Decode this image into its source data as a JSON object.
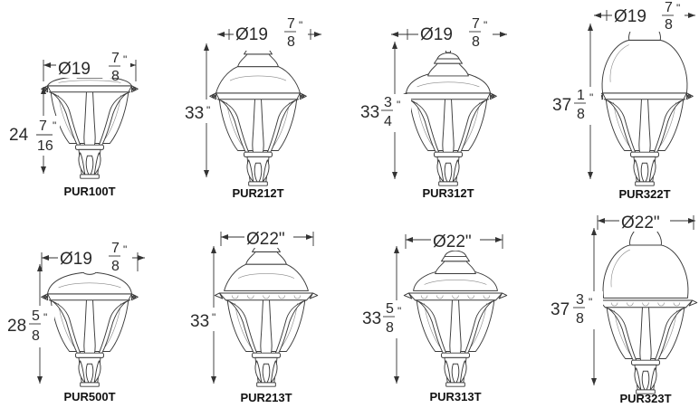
{
  "fixtures": [
    {
      "model": "PUR100T",
      "diameter": {
        "whole": "Ø19",
        "num": "7",
        "den": "8",
        "unit": "\""
      },
      "height": {
        "whole": "24",
        "num": "7",
        "den": "16",
        "unit": "\""
      }
    },
    {
      "model": "PUR212T",
      "diameter": {
        "whole": "Ø19",
        "num": "7",
        "den": "8",
        "unit": "\""
      },
      "height": {
        "whole": "33",
        "num": "",
        "den": "",
        "unit": "\""
      }
    },
    {
      "model": "PUR312T",
      "diameter": {
        "whole": "Ø19",
        "num": "7",
        "den": "8",
        "unit": "\""
      },
      "height": {
        "whole": "33",
        "num": "3",
        "den": "4",
        "unit": "\""
      }
    },
    {
      "model": "PUR322T",
      "diameter": {
        "whole": "Ø19",
        "num": "7",
        "den": "8",
        "unit": "\""
      },
      "height": {
        "whole": "37",
        "num": "1",
        "den": "8",
        "unit": "\""
      }
    },
    {
      "model": "PUR500T",
      "diameter": {
        "whole": "Ø19",
        "num": "7",
        "den": "8",
        "unit": "\""
      },
      "height": {
        "whole": "28",
        "num": "5",
        "den": "8",
        "unit": "\""
      }
    },
    {
      "model": "PUR213T",
      "diameter": {
        "whole": "Ø22\"",
        "num": "",
        "den": "",
        "unit": ""
      },
      "height": {
        "whole": "33",
        "num": "",
        "den": "",
        "unit": "\""
      }
    },
    {
      "model": "PUR313T",
      "diameter": {
        "whole": "Ø22\"",
        "num": "",
        "den": "",
        "unit": ""
      },
      "height": {
        "whole": "33",
        "num": "5",
        "den": "8",
        "unit": "\""
      }
    },
    {
      "model": "PUR323T",
      "diameter": {
        "whole": "Ø22\"",
        "num": "",
        "den": "",
        "unit": ""
      },
      "height": {
        "whole": "37",
        "num": "3",
        "den": "8",
        "unit": "\""
      }
    }
  ]
}
